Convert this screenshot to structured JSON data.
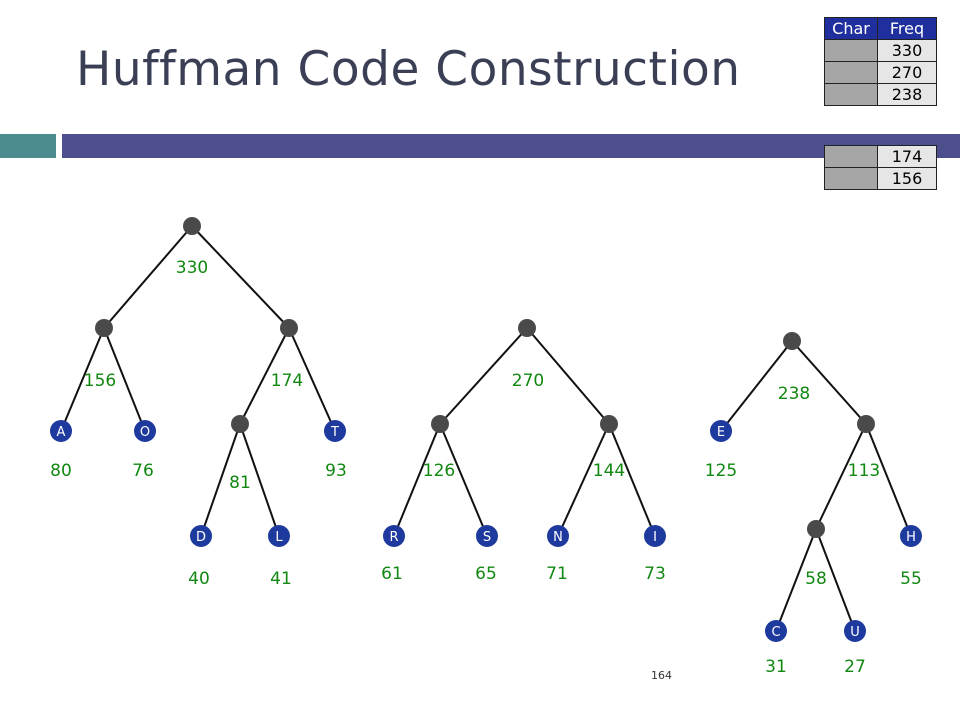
{
  "title": "Huffman Code Construction",
  "page_number": "164",
  "table1": {
    "headers": {
      "char": "Char",
      "freq": "Freq"
    },
    "rows": [
      {
        "char": "",
        "freq": "330"
      },
      {
        "char": "",
        "freq": "270"
      },
      {
        "char": "",
        "freq": "238"
      }
    ]
  },
  "table2": {
    "rows": [
      {
        "char": "",
        "freq": "174"
      },
      {
        "char": "",
        "freq": "156"
      }
    ]
  },
  "colors": {
    "weight_text": "#118811",
    "leaf_fill": "#1f3a9e",
    "internal_fill": "#4a4a4a",
    "edge": "#111111"
  },
  "trees": [
    {
      "root": "330",
      "children": [
        {
          "weight": "156",
          "children": [
            {
              "letter": "A",
              "weight": "80"
            },
            {
              "letter": "O",
              "weight": "76"
            }
          ]
        },
        {
          "weight": "174",
          "children": [
            {
              "weight": "81",
              "children": [
                {
                  "letter": "D",
                  "weight": "40"
                },
                {
                  "letter": "L",
                  "weight": "41"
                }
              ]
            },
            {
              "letter": "T",
              "weight": "93"
            }
          ]
        }
      ]
    },
    {
      "root": "270",
      "children": [
        {
          "weight": "126",
          "children": [
            {
              "letter": "R",
              "weight": "61"
            },
            {
              "letter": "S",
              "weight": "65"
            }
          ]
        },
        {
          "weight": "144",
          "children": [
            {
              "letter": "N",
              "weight": "71"
            },
            {
              "letter": "I",
              "weight": "73"
            }
          ]
        }
      ]
    },
    {
      "root": "238",
      "children": [
        {
          "letter": "E",
          "weight": "125"
        },
        {
          "weight": "113",
          "children": [
            {
              "weight": "58",
              "children": [
                {
                  "letter": "C",
                  "weight": "31"
                },
                {
                  "letter": "U",
                  "weight": "27"
                }
              ]
            },
            {
              "letter": "H",
              "weight": "55"
            }
          ]
        }
      ]
    }
  ]
}
